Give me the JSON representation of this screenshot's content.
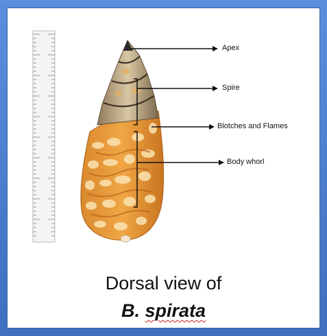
{
  "labels": {
    "apex": "Apex",
    "spire": "Spire",
    "blotches": "Blotches and Flames",
    "body_whorl": "Body whorl"
  },
  "caption": {
    "line1": "Dorsal view of",
    "genus": "B.",
    "species": "spirata"
  },
  "colors": {
    "frame": "#4f7fc9",
    "shell_base": "#e39a3a",
    "shell_pattern": "#fbe3b0",
    "spire": "#c9a46a"
  }
}
